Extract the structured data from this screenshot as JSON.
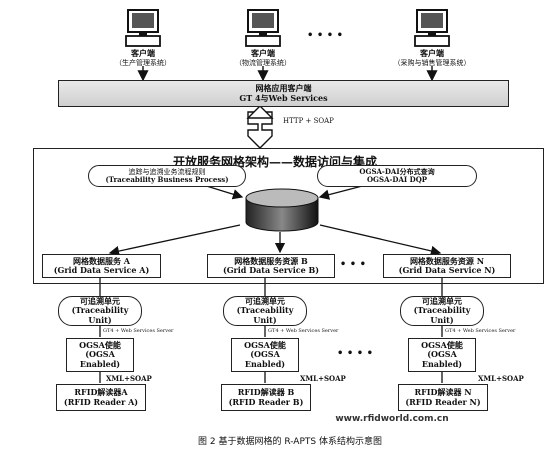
{
  "clients": [
    {
      "label": "客户端",
      "sub": "（生产管理系统）"
    },
    {
      "label": "客户端",
      "sub": "（物流管理系统）"
    },
    {
      "label": "客户端",
      "sub": "（采购与销售管理系统）"
    }
  ],
  "client_ellipsis": "• • • •",
  "grid_client": {
    "line1": "网格应用客户端",
    "line2": "GT 4与Web Services"
  },
  "protocol_top": "HTTP + SOAP",
  "arch_title": "开放服务网格架构——数据访问与集成",
  "process_box": {
    "line1": "追踪与追溯业务流程规则",
    "line2": "(Traceability Business Process)"
  },
  "dqp_box": {
    "line1": "OGSA-DAI分布式查询",
    "line2": "OGSA-DAI DQP"
  },
  "grid_services": [
    {
      "line1": "网格数据服务 A",
      "line2": "(Grid Data Service A)"
    },
    {
      "line1": "网格数据服务资源 B",
      "line2": "(Grid Data Service B)"
    },
    {
      "line1": "网格数据服务资源 N",
      "line2": "(Grid Data Service N)"
    }
  ],
  "service_ellipsis": "• • •",
  "traceability_units": [
    {
      "line1": "可追溯单元",
      "line2": "(Traceability Unit)"
    },
    {
      "line1": "可追溯单元",
      "line2": "(Traceability Unit)"
    },
    {
      "line1": "可追溯单元",
      "line2": "(Traceability Unit)"
    }
  ],
  "gt4_label": "GT4 + Web Services Server",
  "ogsa": [
    {
      "line1": "OGSA使能",
      "line2": "(OGSA Enabled)"
    },
    {
      "line1": "OGSA使能",
      "line2": "(OGSA Enabled)"
    },
    {
      "line1": "OGSA使能",
      "line2": "(OGSA Enabled)"
    }
  ],
  "reader_ellipsis": "• • • •",
  "xml_soap": "XML+SOAP",
  "readers": [
    {
      "line1": "RFID解读器A",
      "line2": "(RFID Reader A)"
    },
    {
      "line1": "RFID解读器 B",
      "line2": "(RFID Reader B)"
    },
    {
      "line1": "RFID解读器 N",
      "line2": "(RFID Reader N)"
    }
  ],
  "watermark": "www.rfidworld.com.cn",
  "caption": "图 2    基于数据网格的 R-APTS 体系结构示意图"
}
